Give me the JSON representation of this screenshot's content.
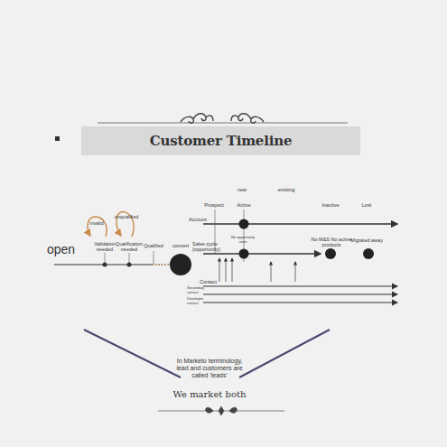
{
  "diagram": {
    "title": "Customer Timeline",
    "labels": [
      "open",
      "invalid",
      "unqualified",
      "Validation needed",
      "Qualification needed",
      "Qualified",
      "convert",
      "new",
      "existing",
      "Prospect",
      "Active",
      "Inactive",
      "Lost",
      "Account",
      "Sales cycle (opportunity)",
      "No opportunity seen",
      "No M&S No active products",
      "Migrated away",
      "Contact",
      "Secondary contact",
      "Developer contact",
      "In Marketo terminology, lead and customers are called 'leads'",
      "We market both"
    ]
  }
}
